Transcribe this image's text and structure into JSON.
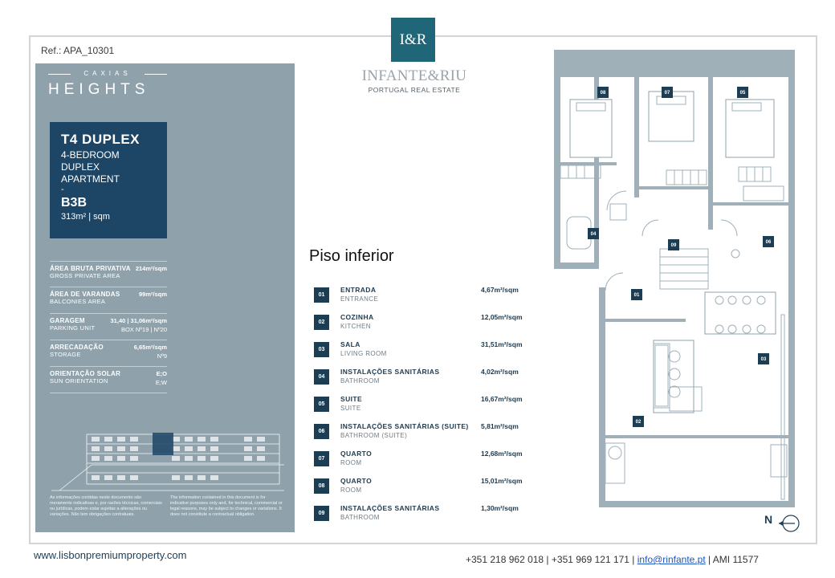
{
  "ref": "Ref.: APA_10301",
  "brand": {
    "top": "CAXIAS",
    "main": "HEIGHTS"
  },
  "unit": {
    "title": "T4 DUPLEX",
    "description": "4-BEDROOM\nDUPLEX\nAPARTMENT",
    "dash": "-",
    "code": "B3B",
    "area": "313m² | sqm"
  },
  "specs": [
    {
      "pt": "ÁREA BRUTA PRIVATIVA",
      "en": "GROSS PRIVATE AREA",
      "v1": "214m²/sqm",
      "v2": ""
    },
    {
      "pt": "ÁREA DE VARANDAS",
      "en": "BALCONIES AREA",
      "v1": "99m²/sqm",
      "v2": ""
    },
    {
      "pt": "GARAGEM",
      "en": "PARKING UNIT",
      "v1": "31,40 | 31,06m²/sqm",
      "v2": "BOX Nº19 | Nº20"
    },
    {
      "pt": "ARRECADAÇÃO",
      "en": "STORAGE",
      "v1": "6,65m²/sqm",
      "v2": "Nº9"
    },
    {
      "pt": "ORIENTAÇÃO SOLAR",
      "en": "SUN ORIENTATION",
      "v1": "E;O",
      "v2": "E;W"
    }
  ],
  "disclaimer_pt": "As informações contidas neste documento são meramente indicativas e, por razões técnicas, comerciais ou jurídicas, podem estar sujeitas a alterações ou variações. Não tem obrigações contratuais.",
  "disclaimer_en": "The information contained in this document is for indicative purposes only and, for technical, commercial or legal reasons, may be subject to changes or variations. It does not constitute a contractual obligation.",
  "logo": {
    "mark": "I&R",
    "name": "INFANTE&RIU",
    "sub": "PORTUGAL REAL ESTATE"
  },
  "floor_label": "Piso inferior",
  "rooms": [
    {
      "num": "01",
      "pt": "ENTRADA",
      "en": "ENTRANCE",
      "area": "4,67m²/sqm"
    },
    {
      "num": "02",
      "pt": "COZINHA",
      "en": "KITCHEN",
      "area": "12,05m²/sqm"
    },
    {
      "num": "03",
      "pt": "SALA",
      "en": "LIVING ROOM",
      "area": "31,51m²/sqm"
    },
    {
      "num": "04",
      "pt": "INSTALAÇÕES SANITÁRIAS",
      "en": "BATHROOM",
      "area": "4,02m²/sqm"
    },
    {
      "num": "05",
      "pt": "SUITE",
      "en": "SUITE",
      "area": "16,67m²/sqm"
    },
    {
      "num": "06",
      "pt": "INSTALAÇÕES SANITÁRIAS (SUITE)",
      "en": "BATHROOM (SUITE)",
      "area": "5,81m²/sqm"
    },
    {
      "num": "07",
      "pt": "QUARTO",
      "en": "ROOM",
      "area": "12,68m²/sqm"
    },
    {
      "num": "08",
      "pt": "QUARTO",
      "en": "ROOM",
      "area": "15,01m²/sqm"
    },
    {
      "num": "09",
      "pt": "INSTALAÇÕES SANITÁRIAS",
      "en": "BATHROOM",
      "area": "1,30m²/sqm"
    }
  ],
  "plan_labels": [
    "08",
    "07",
    "05",
    "04",
    "09",
    "06",
    "01",
    "03",
    "02"
  ],
  "compass_label": "N",
  "footer": {
    "website": "www.lisbonpremiumproperty.com",
    "phones": "+351 218 962 018 | +351 969 121 171 | ",
    "email": "info@rinfante.pt",
    "ami": " | AMI 11577"
  },
  "colors": {
    "panel": "#8fa2ac",
    "navy": "#1c4566",
    "logo": "#1f6678",
    "wall": "#9fb0b9"
  }
}
